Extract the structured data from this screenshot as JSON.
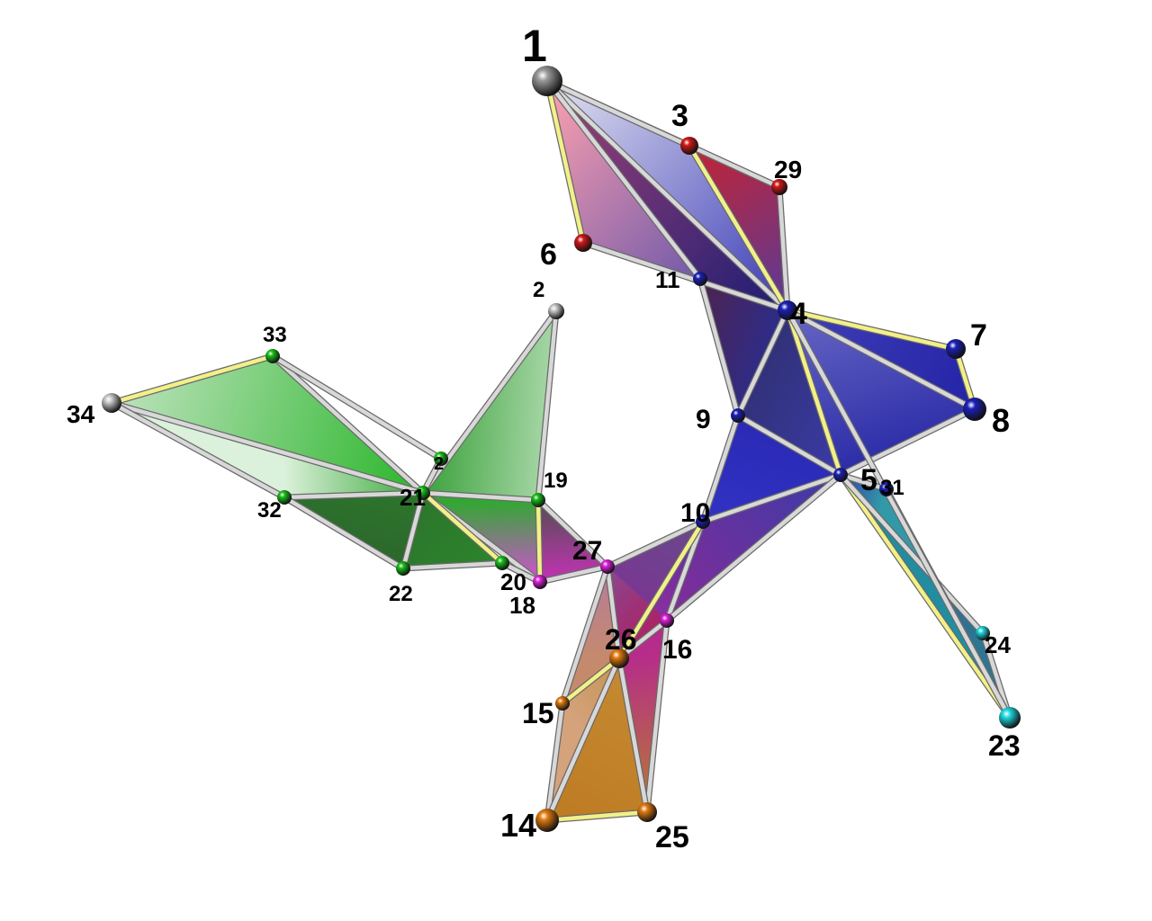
{
  "diagram": {
    "nodes": [
      {
        "id": "1",
        "color": "#9a9a9a"
      },
      {
        "id": "2",
        "color": "#c8c8c8"
      },
      {
        "id": "3",
        "color": "#d01818"
      },
      {
        "id": "4",
        "color": "#1c20b8"
      },
      {
        "id": "5",
        "color": "#1c20b8"
      },
      {
        "id": "6",
        "color": "#d01818"
      },
      {
        "id": "7",
        "color": "#1c20b8"
      },
      {
        "id": "8",
        "color": "#1c20b8"
      },
      {
        "id": "9",
        "color": "#1c20b8"
      },
      {
        "id": "10",
        "color": "#1c20b8"
      },
      {
        "id": "11",
        "color": "#1c20b8"
      },
      {
        "id": "14",
        "color": "#e07a10"
      },
      {
        "id": "15",
        "color": "#e07a10"
      },
      {
        "id": "16",
        "color": "#e020e0"
      },
      {
        "id": "18",
        "color": "#e020e0"
      },
      {
        "id": "19",
        "color": "#18c018"
      },
      {
        "id": "20",
        "color": "#18c018"
      },
      {
        "id": "21",
        "color": "#18c018"
      },
      {
        "id": "22",
        "color": "#18c018"
      },
      {
        "id": "23",
        "color": "#20d8e0"
      },
      {
        "id": "24",
        "color": "#20d8e0"
      },
      {
        "id": "25",
        "color": "#e07a10"
      },
      {
        "id": "26",
        "color": "#e07a10"
      },
      {
        "id": "27",
        "color": "#e020e0"
      },
      {
        "id": "29",
        "color": "#d01818"
      },
      {
        "id": "31",
        "color": "#1c20b8"
      },
      {
        "id": "32",
        "color": "#18c018"
      },
      {
        "id": "33",
        "color": "#18c018"
      },
      {
        "id": "34",
        "color": "#c8c8c8"
      },
      {
        "id": "2x",
        "color": "#18c018"
      }
    ],
    "labels": [
      {
        "node": "1",
        "text": "1"
      },
      {
        "node": "2",
        "text": "2"
      },
      {
        "node": "3",
        "text": "3"
      },
      {
        "node": "4",
        "text": "4"
      },
      {
        "node": "5",
        "text": "5"
      },
      {
        "node": "6",
        "text": "6"
      },
      {
        "node": "7",
        "text": "7"
      },
      {
        "node": "8",
        "text": "8"
      },
      {
        "node": "9",
        "text": "9"
      },
      {
        "node": "10",
        "text": "10"
      },
      {
        "node": "11",
        "text": "11"
      },
      {
        "node": "14",
        "text": "14"
      },
      {
        "node": "15",
        "text": "15"
      },
      {
        "node": "16",
        "text": "16"
      },
      {
        "node": "18",
        "text": "18"
      },
      {
        "node": "19",
        "text": "19"
      },
      {
        "node": "20",
        "text": "20"
      },
      {
        "node": "21",
        "text": "21"
      },
      {
        "node": "22",
        "text": "22"
      },
      {
        "node": "23",
        "text": "23"
      },
      {
        "node": "24",
        "text": "24"
      },
      {
        "node": "25",
        "text": "25"
      },
      {
        "node": "26",
        "text": "26"
      },
      {
        "node": "27",
        "text": "27"
      },
      {
        "node": "29",
        "text": "29"
      },
      {
        "node": "31",
        "text": "31"
      },
      {
        "node": "32",
        "text": "32"
      },
      {
        "node": "33",
        "text": "33"
      },
      {
        "node": "34",
        "text": "34"
      },
      {
        "node": "2x",
        "text": "2"
      }
    ],
    "edges": [
      [
        "1",
        "3"
      ],
      [
        "1",
        "6"
      ],
      [
        "1",
        "4"
      ],
      [
        "1",
        "29"
      ],
      [
        "3",
        "29"
      ],
      [
        "3",
        "4"
      ],
      [
        "6",
        "4"
      ],
      [
        "29",
        "4"
      ],
      [
        "1",
        "11"
      ],
      [
        "4",
        "7"
      ],
      [
        "4",
        "8"
      ],
      [
        "7",
        "8"
      ],
      [
        "4",
        "9"
      ],
      [
        "4",
        "5"
      ],
      [
        "11",
        "9"
      ],
      [
        "9",
        "5"
      ],
      [
        "9",
        "10"
      ],
      [
        "5",
        "8"
      ],
      [
        "5",
        "10"
      ],
      [
        "5",
        "31"
      ],
      [
        "5",
        "23"
      ],
      [
        "5",
        "24"
      ],
      [
        "24",
        "23"
      ],
      [
        "31",
        "23"
      ],
      [
        "4",
        "23"
      ],
      [
        "10",
        "27"
      ],
      [
        "10",
        "16"
      ],
      [
        "10",
        "26"
      ],
      [
        "5",
        "16"
      ],
      [
        "16",
        "26"
      ],
      [
        "16",
        "25"
      ],
      [
        "27",
        "26"
      ],
      [
        "27",
        "15"
      ],
      [
        "27",
        "18"
      ],
      [
        "27",
        "19"
      ],
      [
        "18",
        "19"
      ],
      [
        "18",
        "21"
      ],
      [
        "18",
        "20"
      ],
      [
        "15",
        "26"
      ],
      [
        "15",
        "14"
      ],
      [
        "14",
        "26"
      ],
      [
        "14",
        "25"
      ],
      [
        "26",
        "25"
      ],
      [
        "21",
        "2"
      ],
      [
        "21",
        "19"
      ],
      [
        "2",
        "19"
      ],
      [
        "21",
        "33"
      ],
      [
        "21",
        "34"
      ],
      [
        "33",
        "34"
      ],
      [
        "34",
        "32"
      ],
      [
        "21",
        "32"
      ],
      [
        "32",
        "22"
      ],
      [
        "21",
        "22"
      ],
      [
        "22",
        "20"
      ],
      [
        "21",
        "20"
      ],
      [
        "20",
        "18"
      ],
      [
        "2x",
        "33"
      ],
      [
        "21",
        "2x"
      ]
    ],
    "yellow_edges": [
      [
        "1",
        "6"
      ],
      [
        "3",
        "4"
      ],
      [
        "4",
        "7"
      ],
      [
        "7",
        "8"
      ],
      [
        "4",
        "5"
      ],
      [
        "5",
        "23"
      ],
      [
        "10",
        "26"
      ],
      [
        "15",
        "26"
      ],
      [
        "14",
        "25"
      ],
      [
        "18",
        "19"
      ],
      [
        "33",
        "34"
      ],
      [
        "21",
        "20"
      ]
    ],
    "faces": [
      {
        "pts": [
          "1",
          "6",
          "4"
        ],
        "from": "#ff9aa8",
        "to": "#3030a0"
      },
      {
        "pts": [
          "1",
          "3",
          "4"
        ],
        "from": "#e0e0f0",
        "to": "#2a2ab0"
      },
      {
        "pts": [
          "3",
          "29",
          "4"
        ],
        "from": "#c01020",
        "to": "#4a2a90"
      },
      {
        "pts": [
          "1",
          "11",
          "4"
        ],
        "from": "#9a3a70",
        "to": "#1a1a70"
      },
      {
        "pts": [
          "11",
          "9",
          "4"
        ],
        "from": "#401040",
        "to": "#1a1a80"
      },
      {
        "pts": [
          "4",
          "8",
          "5"
        ],
        "from": "#5a5ac0",
        "to": "#1a1aa0"
      },
      {
        "pts": [
          "4",
          "7",
          "8"
        ],
        "from": "#3030b0",
        "to": "#1010a0"
      },
      {
        "pts": [
          "9",
          "4",
          "5"
        ],
        "from": "#202070",
        "to": "#2a2aa0"
      },
      {
        "pts": [
          "9",
          "5",
          "10"
        ],
        "from": "#1818b0",
        "to": "#2020c0"
      },
      {
        "pts": [
          "5",
          "23",
          "24"
        ],
        "from": "#2a3aa0",
        "to": "#1a6a8a"
      },
      {
        "pts": [
          "5",
          "23",
          "31"
        ],
        "from": "#2030a0",
        "to": "#2090a0"
      },
      {
        "pts": [
          "5",
          "10",
          "16"
        ],
        "from": "#2a2aa0",
        "to": "#7a1a90"
      },
      {
        "pts": [
          "10",
          "27",
          "26"
        ],
        "from": "#5a3a80",
        "to": "#7a1a90"
      },
      {
        "pts": [
          "10",
          "16",
          "26"
        ],
        "from": "#4a1aa0",
        "to": "#a02090"
      },
      {
        "pts": [
          "27",
          "26",
          "16"
        ],
        "from": "#8a4a90",
        "to": "#b02060"
      },
      {
        "pts": [
          "26",
          "16",
          "25"
        ],
        "from": "#b01a80",
        "to": "#b07020"
      },
      {
        "pts": [
          "27",
          "15",
          "26"
        ],
        "from": "#b07090",
        "to": "#c08060"
      },
      {
        "pts": [
          "15",
          "14",
          "26"
        ],
        "from": "#d09a70",
        "to": "#c08a40"
      },
      {
        "pts": [
          "14",
          "25",
          "26"
        ],
        "from": "#b87010",
        "to": "#c08020"
      },
      {
        "pts": [
          "18",
          "27",
          "19"
        ],
        "from": "#c020b0",
        "to": "#404040"
      },
      {
        "pts": [
          "18",
          "21",
          "19"
        ],
        "from": "#d040d0",
        "to": "#20a020"
      },
      {
        "pts": [
          "21",
          "2",
          "19"
        ],
        "from": "#2a9a2a",
        "to": "#9ad09a"
      },
      {
        "pts": [
          "21",
          "33",
          "34"
        ],
        "from": "#18b018",
        "to": "#b8e0b8"
      },
      {
        "pts": [
          "21",
          "34",
          "32"
        ],
        "from": "#28a028",
        "to": "#d8f0d8"
      },
      {
        "pts": [
          "21",
          "32",
          "22"
        ],
        "from": "#1a6a1a",
        "to": "#1a5a1a"
      },
      {
        "pts": [
          "21",
          "22",
          "20"
        ],
        "from": "#1a6a1a",
        "to": "#1a7a1a"
      }
    ]
  }
}
